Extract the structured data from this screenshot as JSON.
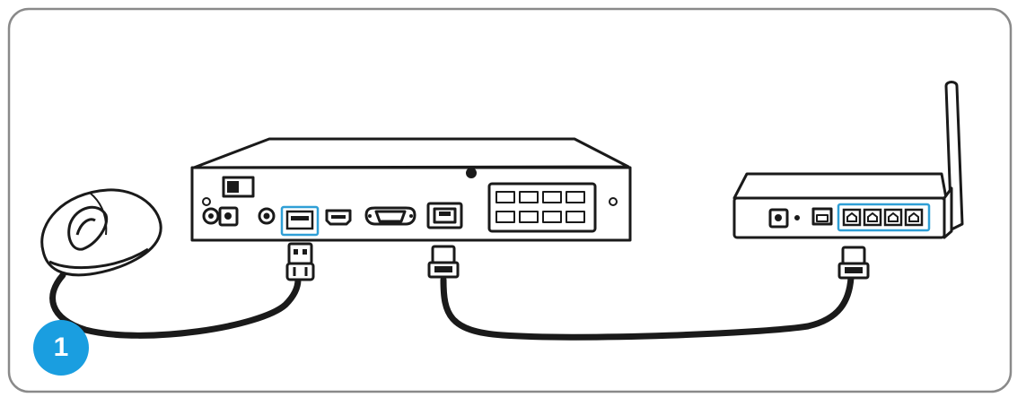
{
  "step": {
    "number": "1"
  },
  "colors": {
    "outline": "#1a1a1a",
    "frame": "#8a8a8a",
    "highlight": "#2f9fd6",
    "badge": "#1a9ee0",
    "fill": "#ffffff"
  },
  "components": {
    "mouse": "usb-mouse",
    "recorder": "nvr-rear-panel",
    "router": "wireless-router",
    "mouse_cable": "usb-cable",
    "network_cable": "ethernet-cable"
  },
  "highlighted_ports": [
    "nvr-usb-port",
    "router-lan-ports"
  ]
}
